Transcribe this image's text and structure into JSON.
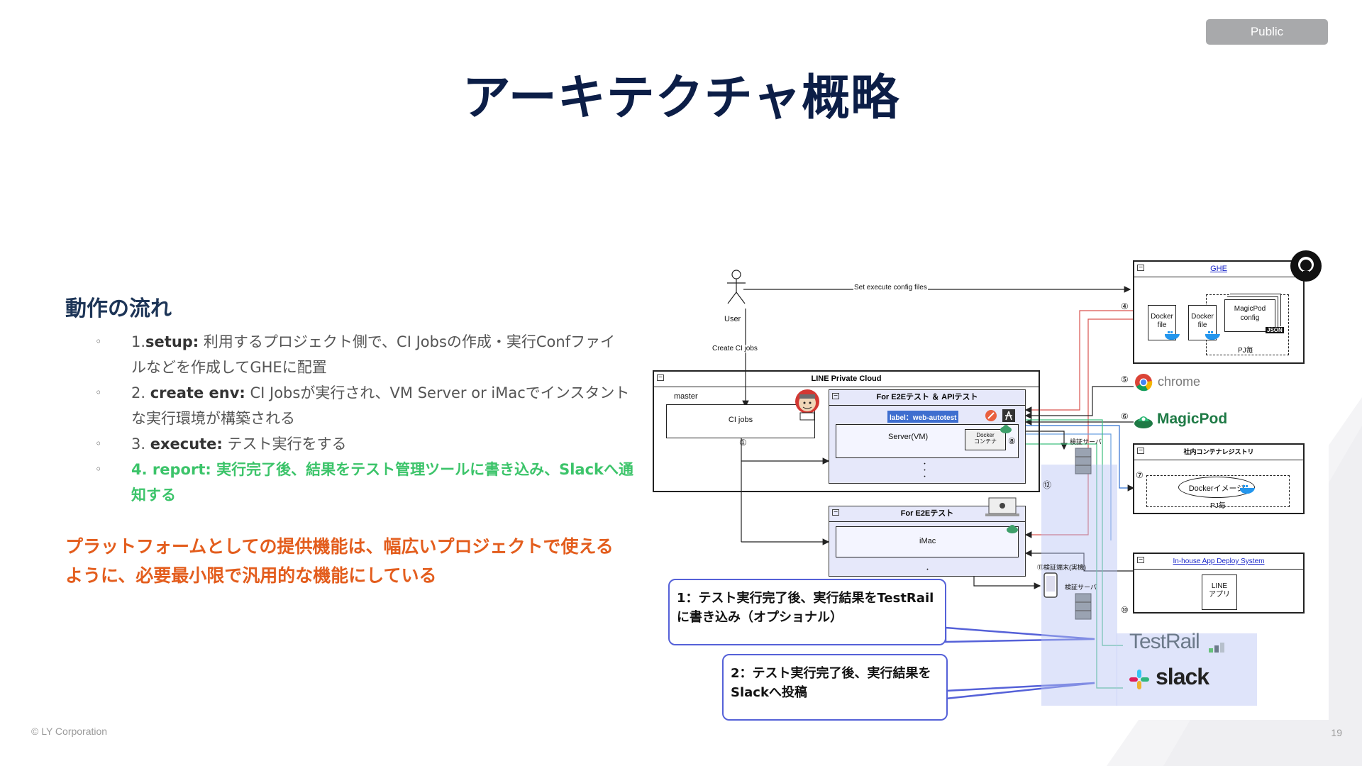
{
  "badge": "Public",
  "title": "アーキテクチャ概略",
  "section_heading": "動作の流れ",
  "steps": [
    {
      "prefix": "1.",
      "key": "setup:",
      "text": " 利用するプロジェクト側で、CI Jobsの作成・実行Confファイ",
      "text2": "ルなどを作成してGHEに配置"
    },
    {
      "prefix": "2. ",
      "key": "create env:",
      "text": " CI Jobsが実行され、VM Server or iMacでインスタント",
      "text2": "な実行環境が構築される"
    },
    {
      "prefix": "3. ",
      "key": "execute:",
      "text": " テスト実行をする",
      "text2": ""
    },
    {
      "prefix": "4. ",
      "key": "report:",
      "text": " 実行完了後、結果をテスト管理ツールに書き込み、Slackへ通",
      "text2": "知する"
    }
  ],
  "highlight_line1": "プラットフォームとしての提供機能は、幅広いプロジェクトで使える",
  "highlight_line2": "ように、必要最小限で汎用的な機能にしている",
  "footer_left": "© LY Corporation",
  "page_number": "19",
  "diagram": {
    "user_label": "User",
    "set_config": "Set execute config files",
    "create_jobs": "Create CI jobs",
    "private_cloud": "LINE Private Cloud",
    "master": "master",
    "ci_jobs": "CI jobs",
    "e2e_api": "For E2Eテスト ＆ APIテスト",
    "label_tag": "label：web-autotest",
    "server_vm": "Server(VM)",
    "docker_container": "Docker\nコンテナ",
    "e2e": "For E2Eテスト",
    "imac": "iMac",
    "verify_server": "検証サーバ",
    "verify_device": "⑪検証端末(実機)",
    "verify_server2": "検証サーバ",
    "ghe": "GHE",
    "docker_file_1": "Docker\nfile",
    "docker_file_2": "Docker\nfile",
    "magicpod_config": "MagicPod\nconfig",
    "json": "JSON",
    "per_pj": "PJ毎",
    "chrome": "chrome",
    "magicpod": "MagicPod",
    "registry": "社内コンテナレジストリ",
    "docker_image": "Dockerイメージ",
    "per_pj2": "PJ毎",
    "deploy_system": "In-house App Deploy System",
    "line_app": "LINE\nアプリ",
    "testrail": "TestRail",
    "slack": "slack",
    "callout1_line1": "1：テスト実行完了後、実行結果をTestRail",
    "callout1_line2": "に書き込み（オプショナル）",
    "callout2_line1": "2：テスト実行完了後、実行結果を",
    "callout2_line2": "Slackへ投稿",
    "num1": "①",
    "num4": "④",
    "num5": "⑤",
    "num6": "⑥",
    "num7": "⑦",
    "num8": "⑧",
    "num10": "⑩",
    "num12": "⑫",
    "dots": "・\n・\n・",
    "dot": "・"
  },
  "colors": {
    "title": "#0c1e47",
    "green_step": "#3cc46a",
    "highlight": "#e35d1d",
    "callout_border": "#5561d8",
    "magicpod": "#1e7a45"
  }
}
